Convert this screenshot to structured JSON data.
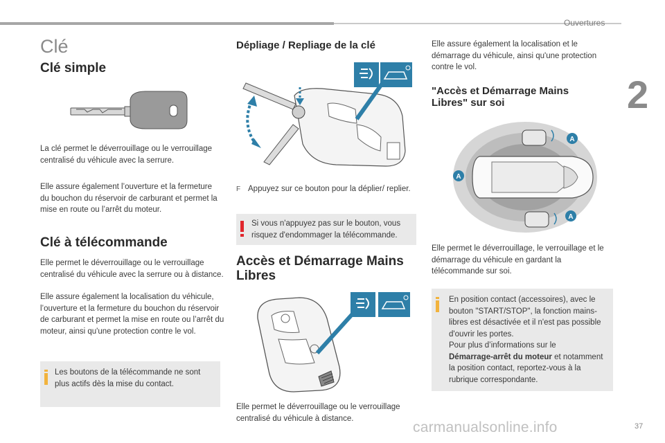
{
  "header": {
    "section": "Ouvertures",
    "chapter": "2",
    "page": "37"
  },
  "watermark": "carmanualsonline.info",
  "col1": {
    "title": "Clé",
    "h_simple": "Clé simple",
    "p_simple_1": "La clé permet le déverrouillage ou le verrouillage centralisé du véhicule avec la serrure.",
    "p_simple_2": "Elle assure également l’ouverture et la fermeture du bouchon du réservoir de carburant et permet la mise en route ou l’arrêt du moteur.",
    "h_remote": "Clé à télécommande",
    "p_remote_1": "Elle permet le déverrouillage ou le verrouillage centralisé du véhicule avec la serrure ou à distance.",
    "p_remote_2": "Elle assure également la localisation du véhicule, l’ouverture et la fermeture du bouchon du réservoir de carburant et permet la mise en route ou l’arrêt du moteur, ainsi qu'une protection contre le vol.",
    "note": "Les boutons de la télécommande ne sont plus actifs dès la mise du contact."
  },
  "col2": {
    "h_fold": "Dépliage / Repliage de la clé",
    "bullet_symbol": "F",
    "bullet_text": "Appuyez sur ce bouton pour la déplier/ replier.",
    "warning": "Si vous n'appuyez pas sur le bouton, vous risquez d'endommager la télécommande.",
    "h_keyless": "Accès et Démarrage Mains Libres",
    "p_keyless": "Elle permet le déverrouillage ou le verrouillage centralisé du véhicule à distance."
  },
  "col3": {
    "p_intro": "Elle assure également la localisation et le démarrage du véhicule, ainsi qu'une protection contre le vol.",
    "h_handsfree": "\"Accès et Démarrage Mains Libres\" sur soi",
    "zone_label": "A",
    "p_handsfree": "Elle permet le déverrouillage, le verrouillage et le démarrage du véhicule en gardant la télécommande sur soi.",
    "note_1": "En position contact (accessoires), avec le bouton \"START/STOP\", la fonction mains-libres est désactivée et il n'est pas possible d'ouvrir les portes.",
    "note_2": "Pour plus d’informations sur le",
    "note_bold": "Démarrage-arrêt du moteur",
    "note_3": "et notamment la position contact, reportez-vous à la rubrique correspondante."
  },
  "colors": {
    "accent_blue": "#2e7fa8",
    "info_yellow": "#f2b33d",
    "warning_red": "#e0262c",
    "note_grey": "#e9e9e9"
  }
}
